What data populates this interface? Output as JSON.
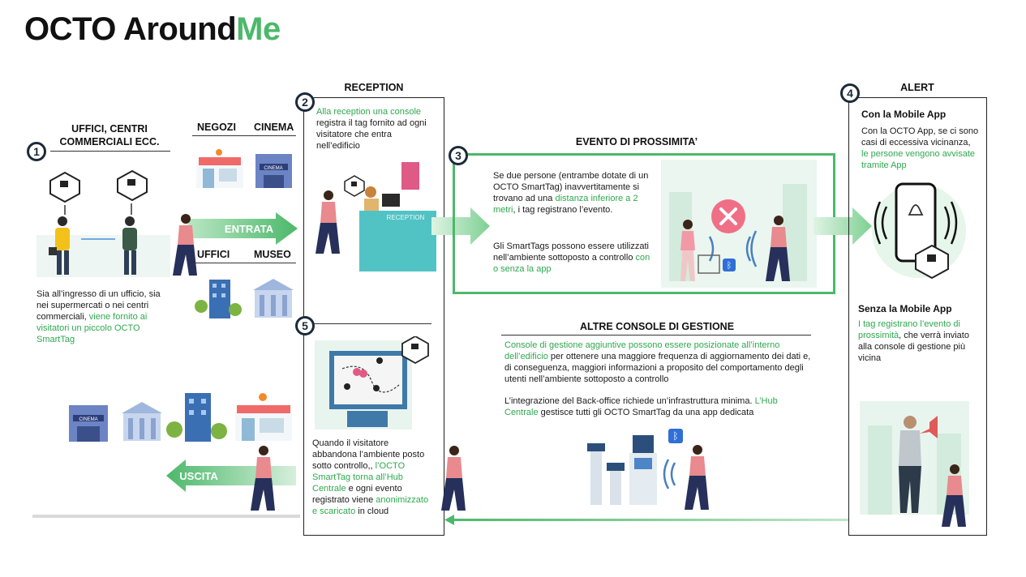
{
  "title": {
    "main": "OCTO Around",
    "accent": "Me"
  },
  "step1": {
    "number": "1",
    "heading_line1": "UFFICI, CENTRI",
    "heading_line2": "COMMERCIALI ECC.",
    "text_plain": "Sia all’ingresso di un ufficio, sia nei supermercati o nei centri commerciali, ",
    "text_green": "viene fornito ai visitatori un piccolo OCTO SmartTag"
  },
  "places": {
    "negozi": "NEGOZI",
    "cinema": "CINEMA",
    "uffici": "UFFICI",
    "museo": "MUSEO"
  },
  "entrata_label": "ENTRATA",
  "uscita_label": "USCITA",
  "reception": {
    "heading": "RECEPTION",
    "number": "2",
    "text_green": "Alla reception una console",
    "text_plain": " registra il tag fornito ad ogni visitatore che entra nell’edificio",
    "desk_label": "RECEPTION"
  },
  "step3": {
    "number": "3",
    "heading": "EVENTO DI PROSSIMITA’",
    "p1_a": "Se due persone (entrambe dotate di un OCTO SmartTag) inavvertitamente si trovano ad una ",
    "p1_green": "distanza inferiore a 2 metri",
    "p1_b": ", i tag registrano l’evento.",
    "p2_a": "Gli SmartTags possono essere utilizzati nell’ambiente sottoposto a controllo ",
    "p2_green": "con o senza la app"
  },
  "alert": {
    "heading": "ALERT",
    "number": "4",
    "with_app_title": "Con la Mobile App",
    "with_app_plain": "Con la OCTO App, se ci sono casi di eccessiva vicinanza, ",
    "with_app_green": "le persone vengono avvisate tramite App",
    "without_app_title": "Senza la Mobile App",
    "without_app_green": "I tag registrano l’evento di prossimità",
    "without_app_plain": ", che verrà inviato alla console di gestione più vicina"
  },
  "step5": {
    "number": "5",
    "t1": "Quando il visitatore abbandona l’ambiente posto sotto controllo,, ",
    "g1": "l’OCTO SmartTag torna all’Hub Centrale",
    "t2": " e ogni evento registrato viene ",
    "g2": "anonimizzato e scaricato",
    "t3": " in cloud"
  },
  "altre": {
    "heading": "ALTRE CONSOLE DI GESTIONE",
    "p1_green": "Console di gestione aggiuntive possono essere posizionate all’interno dell’edificio",
    "p1_plain": " per ottenere una maggiore frequenza di aggiornamento dei dati e, di conseguenza, maggiori informazioni a proposito del comportamento degli utenti nell’ambiente sottoposto a controllo",
    "p2_plain": "L’integrazione del Back-office richiede un’infrastruttura minima. ",
    "p2_green": "L’Hub Centrale",
    "p2_plain2": " gestisce tutti gli OCTO SmartTag da una app dedicata"
  },
  "signs": {
    "cinema_sign": "CINEMA"
  },
  "colors": {
    "accent": "#4cb86a",
    "green_text": "#2fa84f",
    "dark": "#1b2a3a",
    "navy": "#243a6b",
    "teal": "#52c3c4"
  }
}
